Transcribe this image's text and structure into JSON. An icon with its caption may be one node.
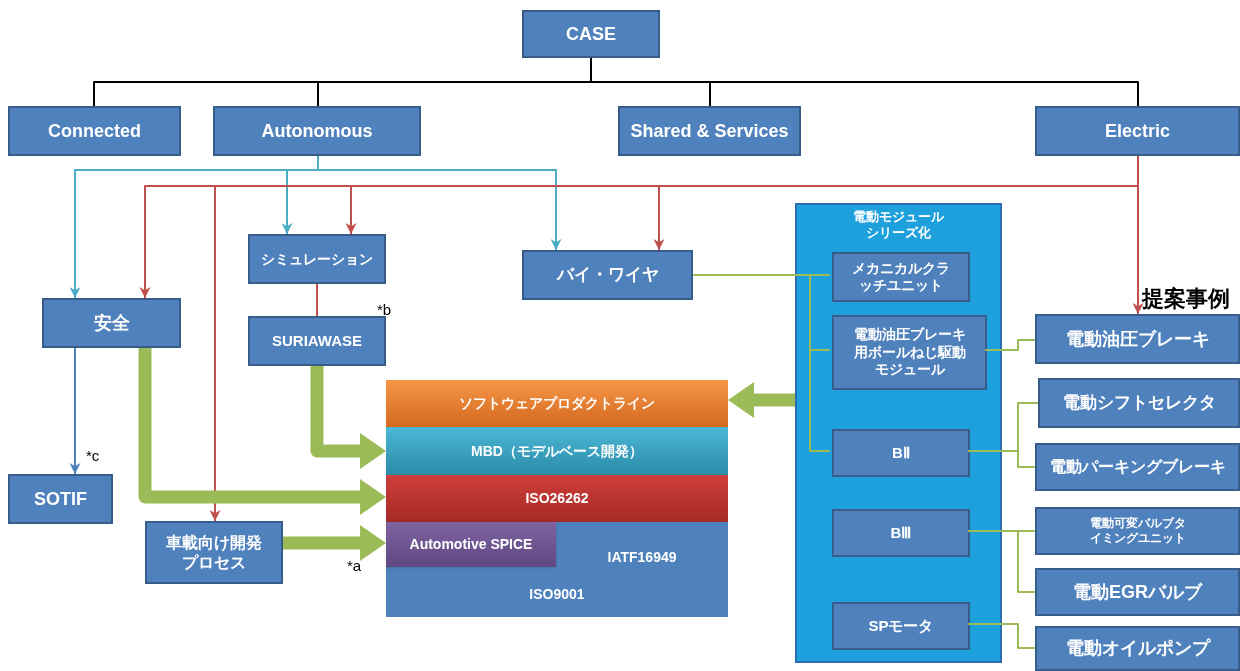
{
  "diagram": {
    "nodes": [
      {
        "text": [
          "CASE"
        ]
      },
      {
        "text": [
          "Connected"
        ]
      },
      {
        "text": [
          "Autonomous"
        ]
      },
      {
        "text": [
          "Shared & Services"
        ]
      },
      {
        "text": [
          "Electric"
        ]
      },
      {
        "text": [
          "安全"
        ]
      },
      {
        "text": [
          "シミュレーション"
        ]
      },
      {
        "text": [
          "SURIAWASE"
        ]
      },
      {
        "text": [
          "バイ・ワイヤ"
        ]
      },
      {
        "text": [
          "SOTIF"
        ]
      },
      {
        "text": [
          "車載向け開発プロセス"
        ]
      },
      {
        "text": [
          "ソフトウェアプロダクトライン"
        ]
      },
      {
        "text": [
          "MBD（モデルベース開発）"
        ]
      },
      {
        "text": [
          "ISO26262"
        ]
      },
      {
        "text": [
          "IATF16949"
        ]
      },
      {
        "text": [
          "Automotive SPICE"
        ],
        "in": 14
      },
      {
        "text": [
          "ISO9001"
        ]
      },
      {
        "text": [
          "電動モジュールシリーズ化"
        ]
      },
      {
        "text": [
          "メカニカルクラッチユニット"
        ],
        "in": 17
      },
      {
        "text": [
          "電動油圧ブレーキ用ボールねじ駆動モジュール"
        ],
        "in": 17
      },
      {
        "text": [
          "BⅡ"
        ],
        "in": 17
      },
      {
        "text": [
          "BⅢ"
        ],
        "in": 17
      },
      {
        "text": [
          "SPモータ"
        ],
        "in": 17
      },
      {
        "text": [
          "電動油圧ブレーキ"
        ]
      },
      {
        "text": [
          "電動シフトセレクタ"
        ]
      },
      {
        "text": [
          "電動パーキングブレーキ"
        ]
      },
      {
        "text": [
          "電動可変バルブタイミングユニット"
        ]
      },
      {
        "text": [
          "電動EGRバルブ"
        ]
      },
      {
        "text": [
          "電動オイルポンプ"
        ]
      }
    ],
    "edges": [
      {
        "from": 0,
        "to": 1,
        "arrow": "none",
        "color": "#000000"
      },
      {
        "from": 0,
        "to": 2,
        "arrow": "none",
        "color": "#000000"
      },
      {
        "from": 0,
        "to": 3,
        "arrow": "none",
        "color": "#000000"
      },
      {
        "from": 0,
        "to": 4,
        "arrow": "none",
        "color": "#000000"
      },
      {
        "from": 2,
        "to": 5,
        "arrow": "to",
        "color": "#4bacc6"
      },
      {
        "from": 2,
        "to": 6,
        "arrow": "to",
        "color": "#4bacc6"
      },
      {
        "from": 2,
        "to": 8,
        "arrow": "to",
        "color": "#4bacc6"
      },
      {
        "from": 4,
        "to": 5,
        "arrow": "to",
        "color": "#c0504d"
      },
      {
        "from": 4,
        "to": 10,
        "arrow": "to",
        "color": "#c0504d"
      },
      {
        "from": 4,
        "to": 6,
        "arrow": "to",
        "color": "#c0504d"
      },
      {
        "from": 4,
        "to": 8,
        "arrow": "to",
        "color": "#c0504d"
      },
      {
        "from": 4,
        "to": 23,
        "arrow": "to",
        "color": "#c0504d"
      },
      {
        "from": 6,
        "to": 7,
        "arrow": "none",
        "color": "#c0504d"
      },
      {
        "from": 5,
        "to": 9,
        "arrow": "to",
        "color": "#4f81bd"
      },
      {
        "from": 5,
        "to": 13,
        "arrow": "to",
        "style": "thick"
      },
      {
        "from": 7,
        "to": 12,
        "arrow": "to",
        "style": "thick"
      },
      {
        "from": 10,
        "to": 15,
        "arrow": "to",
        "style": "thick"
      },
      {
        "from": 17,
        "to": 11,
        "arrow": "to",
        "style": "thick"
      },
      {
        "from": 8,
        "to": 18,
        "arrow": "none"
      },
      {
        "from": 8,
        "to": 19,
        "arrow": "none"
      },
      {
        "from": 8,
        "to": 20,
        "arrow": "none"
      },
      {
        "from": 19,
        "to": 23,
        "arrow": "none"
      },
      {
        "from": 20,
        "to": 24,
        "arrow": "none"
      },
      {
        "from": 20,
        "to": 25,
        "arrow": "none"
      },
      {
        "from": 21,
        "to": 26,
        "arrow": "none"
      },
      {
        "from": 21,
        "to": 27,
        "arrow": "none"
      },
      {
        "from": 22,
        "to": 28,
        "arrow": "none"
      }
    ],
    "labels": [
      "提案事例",
      "*b",
      "*c",
      "*a"
    ]
  }
}
